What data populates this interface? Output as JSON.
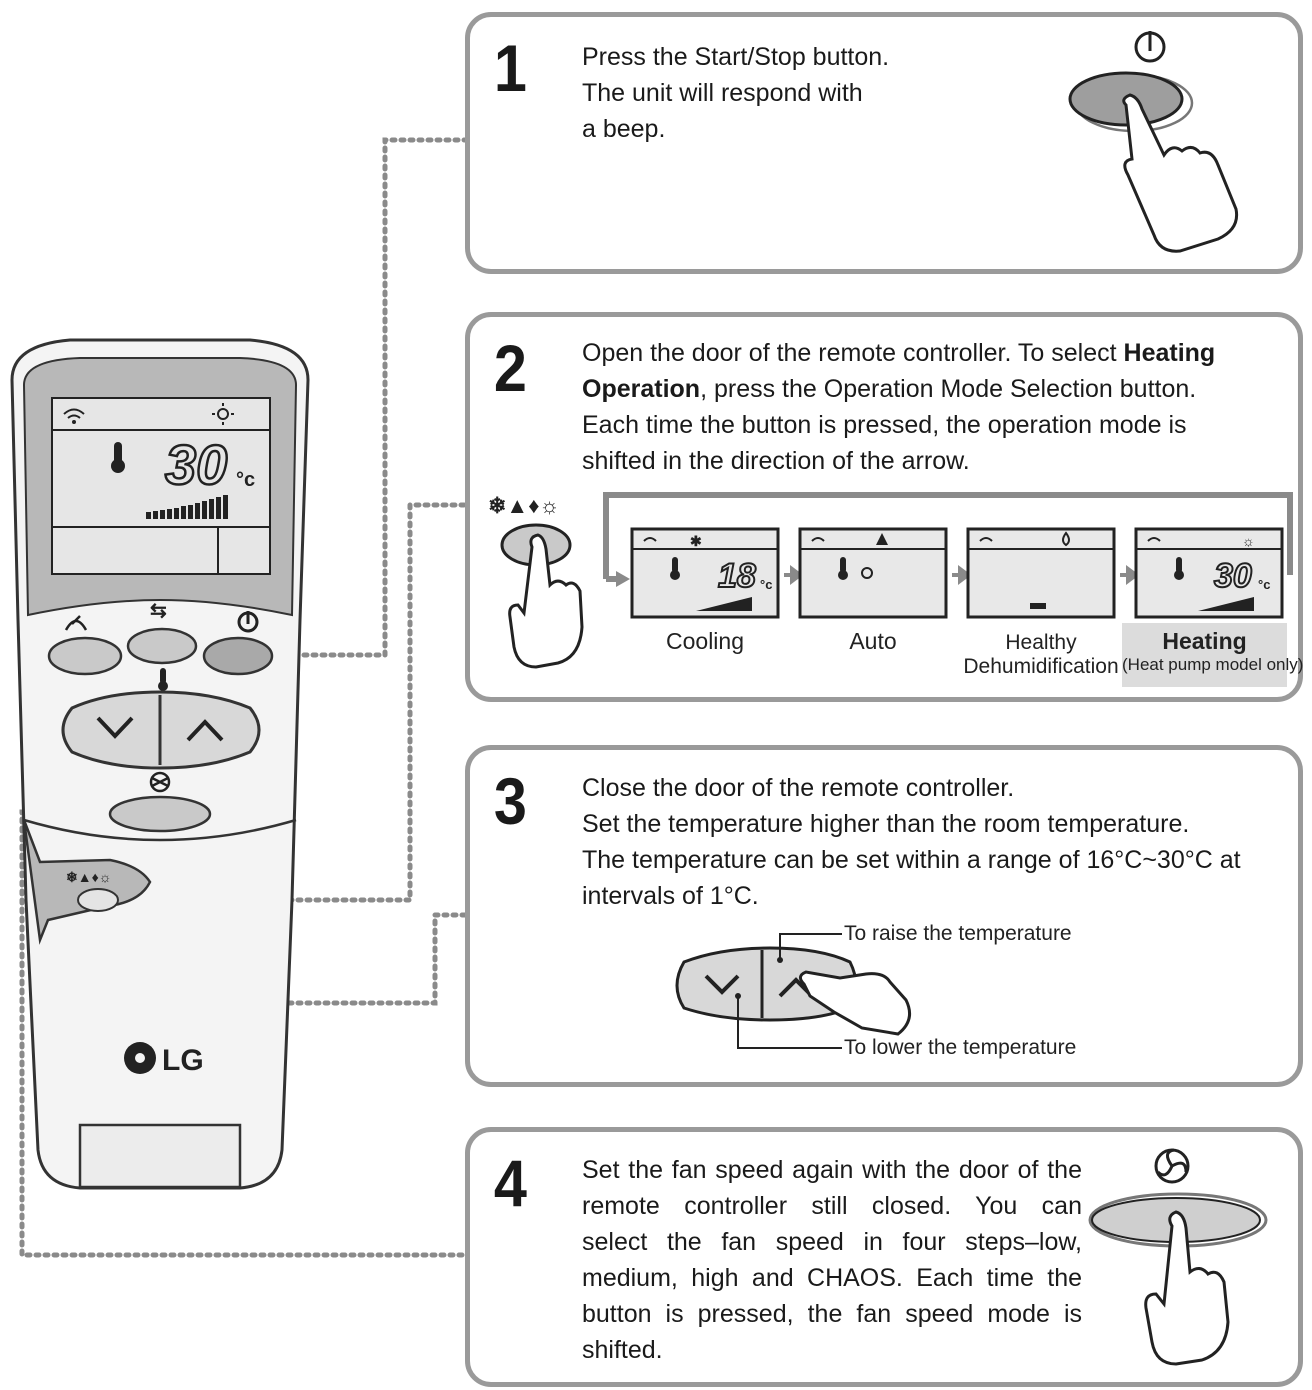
{
  "remote": {
    "display_temp": "30",
    "display_unit": "°c",
    "brand": "LG",
    "door_mode_icons": "❄▲♦☼"
  },
  "step1": {
    "number": "1",
    "lines": [
      "Press the Start/Stop button.",
      "The unit will respond with",
      "a beep."
    ]
  },
  "step2": {
    "number": "2",
    "line1_pre": "Open the door of the remote controller. To select ",
    "line1_bold": "Heating",
    "line2_bold": "Operation",
    "line2_post": ", press the Operation Mode Selection button.",
    "line3": "Each time the button is pressed, the operation mode is",
    "line4": "shifted in the direction of the arrow.",
    "mode_icons": "❄▲♦☼",
    "modes": [
      {
        "label": "Cooling",
        "temp": "18",
        "unit": "°c"
      },
      {
        "label": "Auto",
        "temp": "",
        "unit": ""
      },
      {
        "label": "Healthy",
        "label2": "Dehumidification",
        "temp": "",
        "unit": ""
      },
      {
        "label": "Heating",
        "label2": "(Heat pump model only)",
        "temp": "30",
        "unit": "°c"
      }
    ]
  },
  "step3": {
    "number": "3",
    "lines": [
      "Close the door of the remote controller.",
      "Set the temperature higher than the room temperature.",
      "The temperature can be set within a range of 16°C~30°C at",
      "intervals of 1°C."
    ],
    "raise_label": "To raise the temperature",
    "lower_label": "To lower the temperature"
  },
  "step4": {
    "number": "4",
    "lines": [
      "Set the fan speed again with the door of the",
      "remote controller still closed. You can",
      "select the fan speed in four steps–low,",
      "medium, high and CHAOS. Each time the",
      "button is pressed, the fan speed mode is",
      "shifted."
    ]
  },
  "colors": {
    "panel_border": "#9a9a9a",
    "button_gray": "#c9c9c9",
    "screen_gray": "#e6e6e6",
    "heating_highlight": "#dcdcdc"
  }
}
